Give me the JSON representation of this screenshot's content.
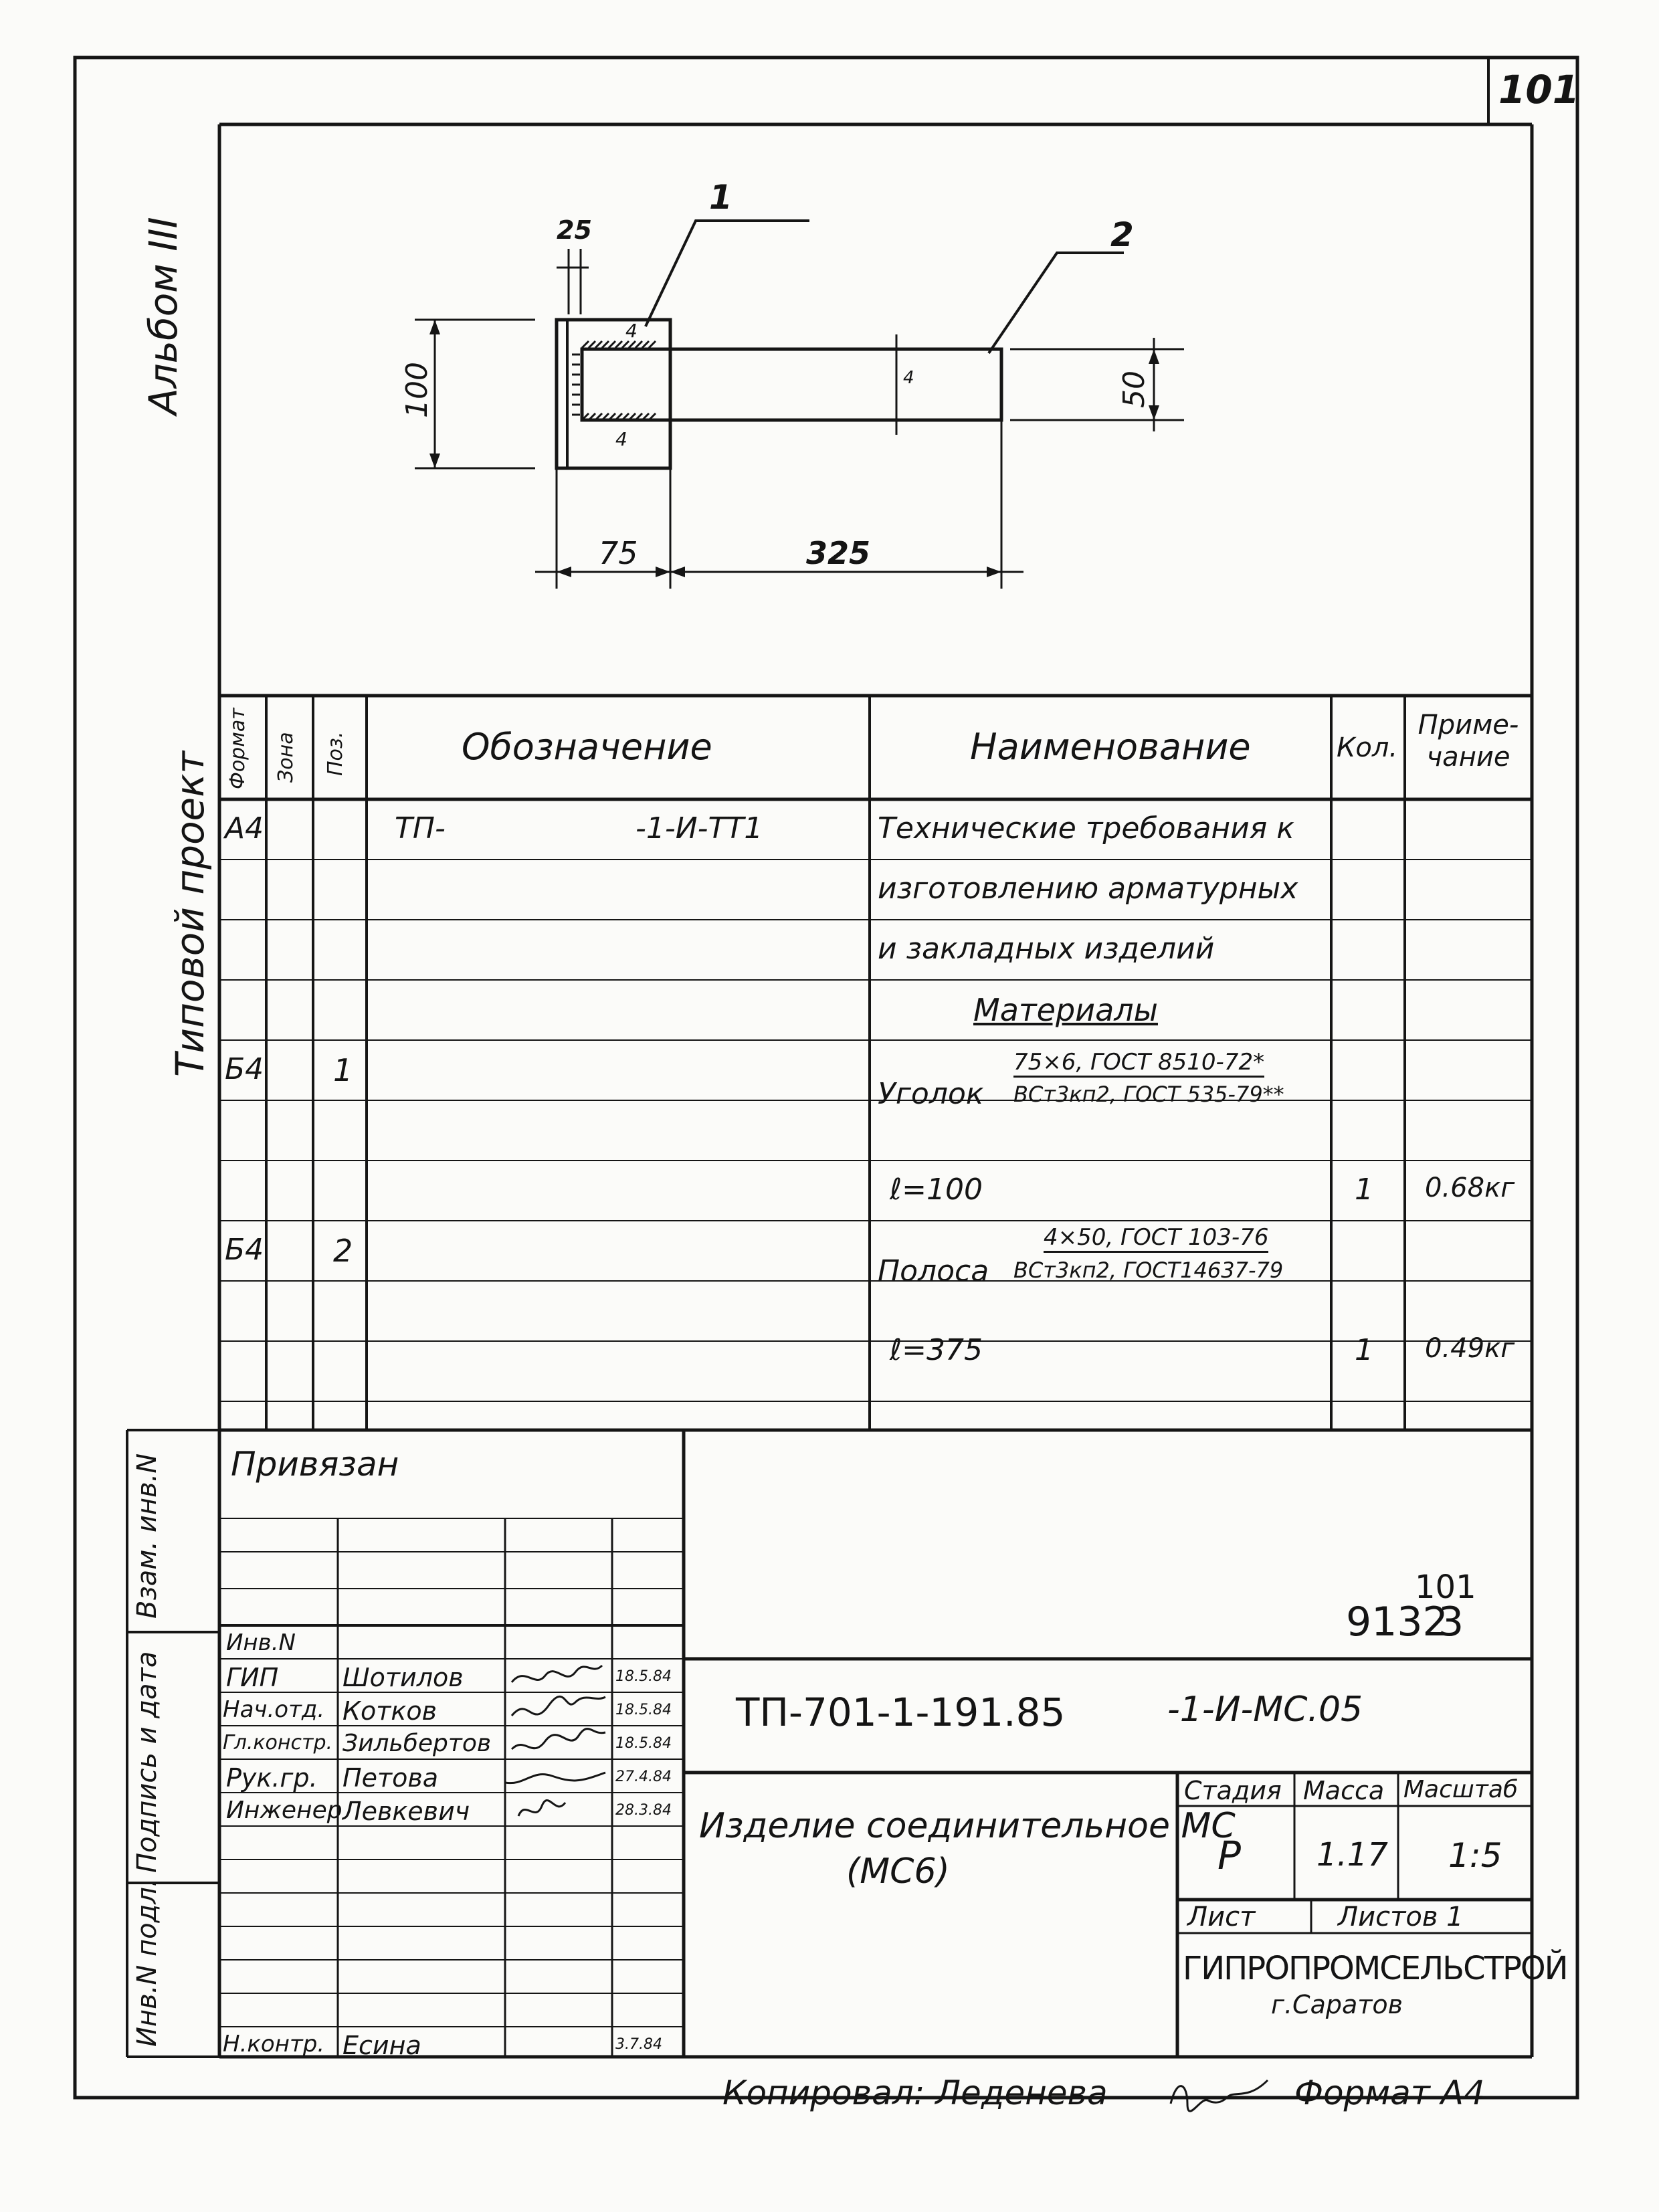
{
  "sheet_number_corner": "101",
  "side_labels": {
    "album": "Альбом III",
    "project": "Типовой проект",
    "inv_podl": "Инв.N подл.",
    "podpis_data": "Подпись и дата",
    "vzam_inv": "Взам. инв.N"
  },
  "drawing": {
    "pos1": "1",
    "pos2": "2",
    "dim_25": "25",
    "dim_100": "100",
    "dim_50": "50",
    "dim_75": "75",
    "dim_325": "325",
    "weld_4a": "4",
    "weld_4b": "4",
    "weld_4c": "4"
  },
  "spec": {
    "headers": {
      "format": "Формат",
      "zona": "Зона",
      "poz": "Поз.",
      "oboz": "Обозначение",
      "naim": "Наименование",
      "kol": "Кол.",
      "prim": "Приме-чание"
    },
    "rows": [
      {
        "format": "А4",
        "oboz_left": "ТП-",
        "oboz_right": "-1-И-ТТ1",
        "naim": "Технические требования к"
      },
      {
        "naim": "изготовлению арматурных"
      },
      {
        "naim": "и закладных изделий"
      },
      {
        "naim": "Материалы"
      },
      {
        "format": "Б4",
        "poz": "1",
        "naim_main": "Уголок",
        "naim_top": "75×6, ГОСТ 8510-72*",
        "naim_bottom": "ВСт3кп2, ГОСТ 535-79**"
      },
      {
        "naim": "ℓ=100",
        "kol": "1",
        "prim": "0.68кг"
      },
      {
        "format": "Б4",
        "poz": "2",
        "naim_main": "Полоса",
        "naim_top": "4×50, ГОСТ 103-76",
        "naim_bottom": "ВСт3кп2, ГОСТ14637-79"
      },
      {
        "naim": "ℓ=375",
        "kol": "1",
        "prim": "0.49кг"
      }
    ]
  },
  "title_block": {
    "privyazan": "Привязан",
    "inv_n": "Инв.N",
    "archive_num": "9132",
    "archive_sub": "3",
    "archive_top": "101",
    "designation": "ТП-701-1-191.85",
    "designation_suffix": "-1-И-МС.05",
    "roles": [
      {
        "role": "ГИП",
        "name": "Шотилов",
        "date": "18.5.84"
      },
      {
        "role": "Нач.отд.",
        "name": "Котков",
        "date": "18.5.84"
      },
      {
        "role": "Гл.констр.",
        "name": "Зильбертов",
        "date": "18.5.84"
      },
      {
        "role": "Рук.гр.",
        "name": "Петова",
        "date": "27.4.84"
      },
      {
        "role": "Инженер",
        "name": "Левкевич",
        "date": "28.3.84"
      },
      {
        "role": "Н.контр.",
        "name": "Есина",
        "date": "3.7.84"
      }
    ],
    "product_name_line1": "Изделие соединительное МС",
    "product_name_line2": "(МС6)",
    "stadiya_label": "Стадия",
    "massa_label": "Масса",
    "masshtab_label": "Масштаб",
    "stadiya": "Р",
    "massa": "1.17",
    "masshtab": "1:5",
    "list_label": "Лист",
    "listov_label": "Листов 1",
    "org": "ГИПРОПРОМСЕЛЬСТРОЙ",
    "city": "г.Саратов"
  },
  "footer": {
    "copied": "Копировал: Леденева",
    "format": "Формат А4"
  }
}
